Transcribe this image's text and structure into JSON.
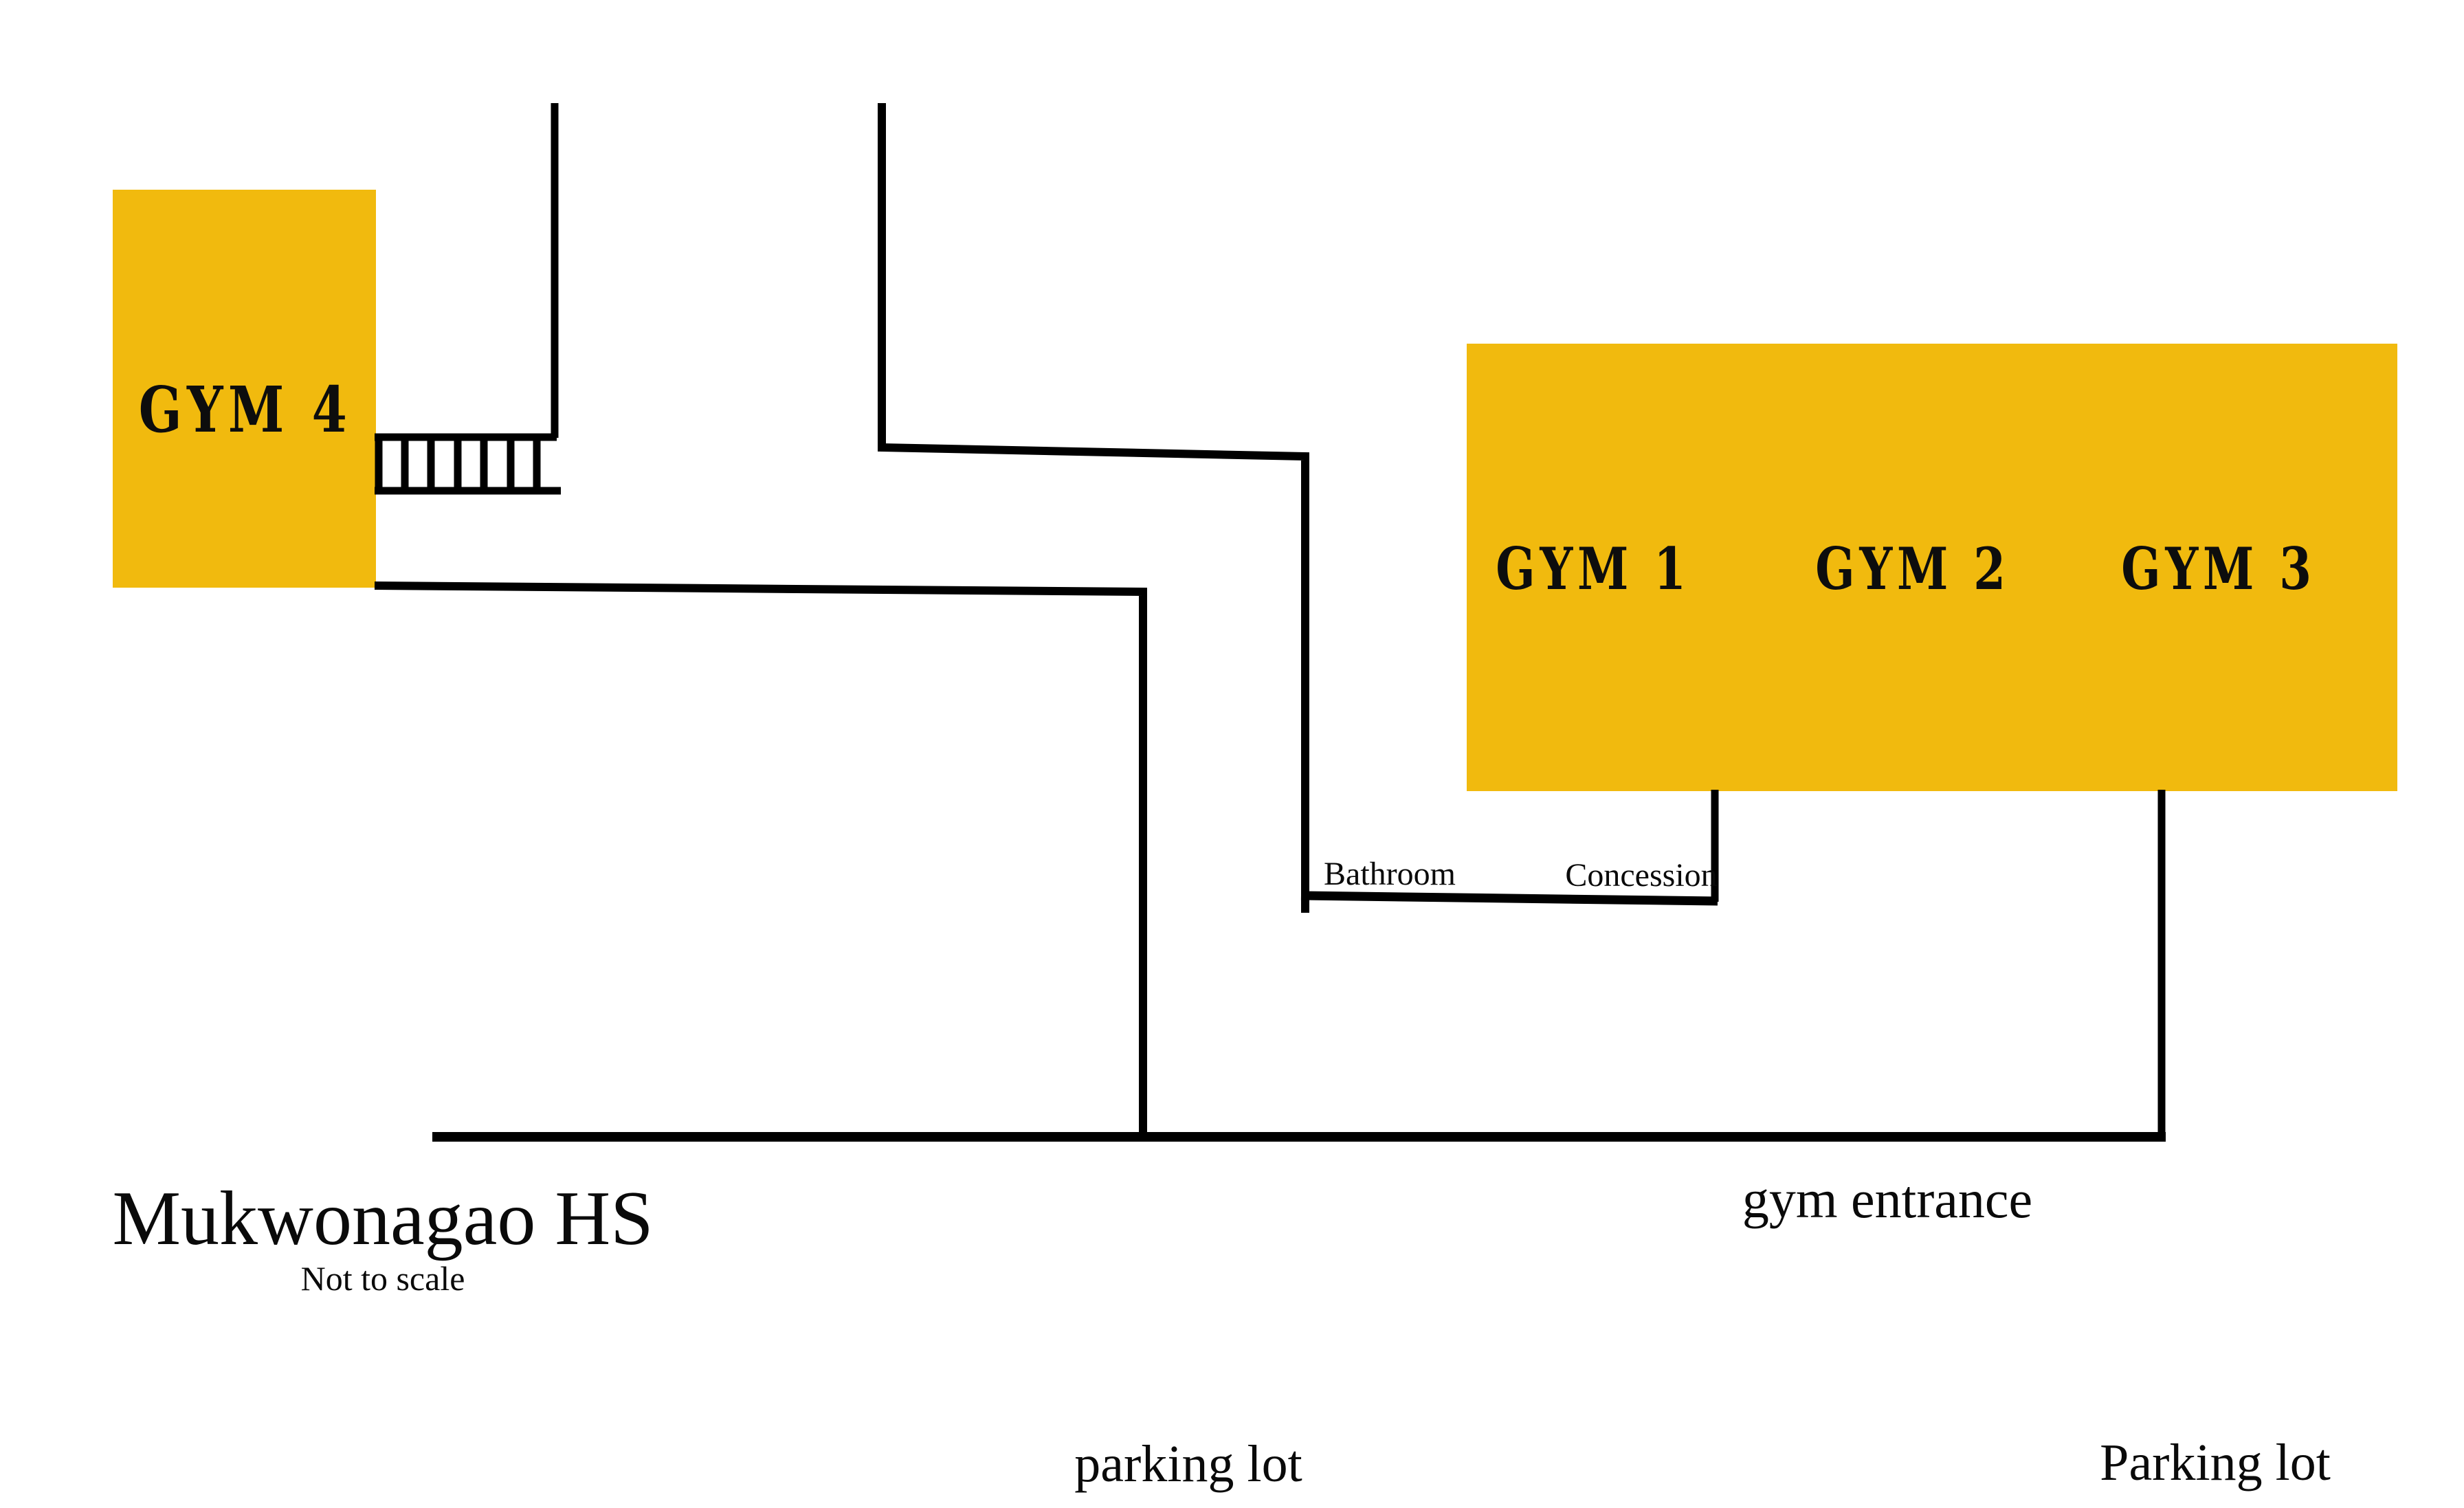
{
  "map": {
    "school_name": "Mukwonagao HS",
    "scale_note": "Not to scale",
    "rooms": {
      "gym4": {
        "label": "GYM 4"
      },
      "gym1": {
        "label": "GYM 1"
      },
      "gym2": {
        "label": "GYM 2"
      },
      "gym3": {
        "label": "GYM 3"
      }
    },
    "facilities": {
      "bathroom": "Bathroom",
      "concession": "Concession"
    },
    "annotations": {
      "gym_entrance": "gym entrance",
      "parking_lot_lower": "parking lot",
      "parking_lot_right": "Parking lot"
    },
    "colors": {
      "room_fill": "#F1BA0E",
      "wall": "#000000"
    }
  }
}
